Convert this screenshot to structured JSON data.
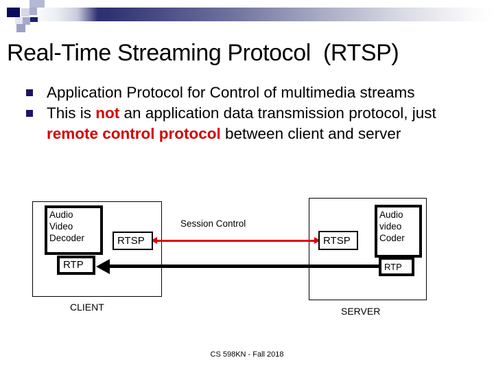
{
  "header": {
    "decoration_colors": {
      "navy": "#12126b",
      "mid_blue": "#2b2f6e",
      "light_blue": "#b6b9d4",
      "pale_blue": "#d6d8e6",
      "gradient_start": "#262a6b",
      "gradient_end": "#ffffff"
    }
  },
  "title": "Real-Time Streaming Protocol  (RTSP)",
  "bullets": [
    {
      "marker": "square-bullet",
      "segments": [
        {
          "text": "Application Protocol for Control of multimedia streams",
          "emphasis": false
        }
      ]
    },
    {
      "marker": "square-bullet",
      "segments": [
        {
          "text": "This is ",
          "emphasis": false
        },
        {
          "text": "not",
          "emphasis": true
        },
        {
          "text": " an application data transmission protocol, just ",
          "emphasis": false
        },
        {
          "text": "remote control protocol",
          "emphasis": true
        },
        {
          "text": " between client and server",
          "emphasis": false
        }
      ]
    }
  ],
  "diagram": {
    "client": {
      "caption": "CLIENT",
      "codec_box": "Audio\nVideo\nDecoder",
      "rtsp_box": "RTSP",
      "rtp_box": "RTP"
    },
    "server": {
      "caption": "SERVER",
      "codec_box": "Audio\nvideo\nCoder",
      "rtsp_box": "RTSP",
      "rtp_box": "RTP"
    },
    "session_control_label": "Session Control",
    "control_link_color": "#e00000",
    "data_link_color": "#000000"
  },
  "footer": "CS 598KN - Fall 2018",
  "emphasis_color": "#d40000"
}
